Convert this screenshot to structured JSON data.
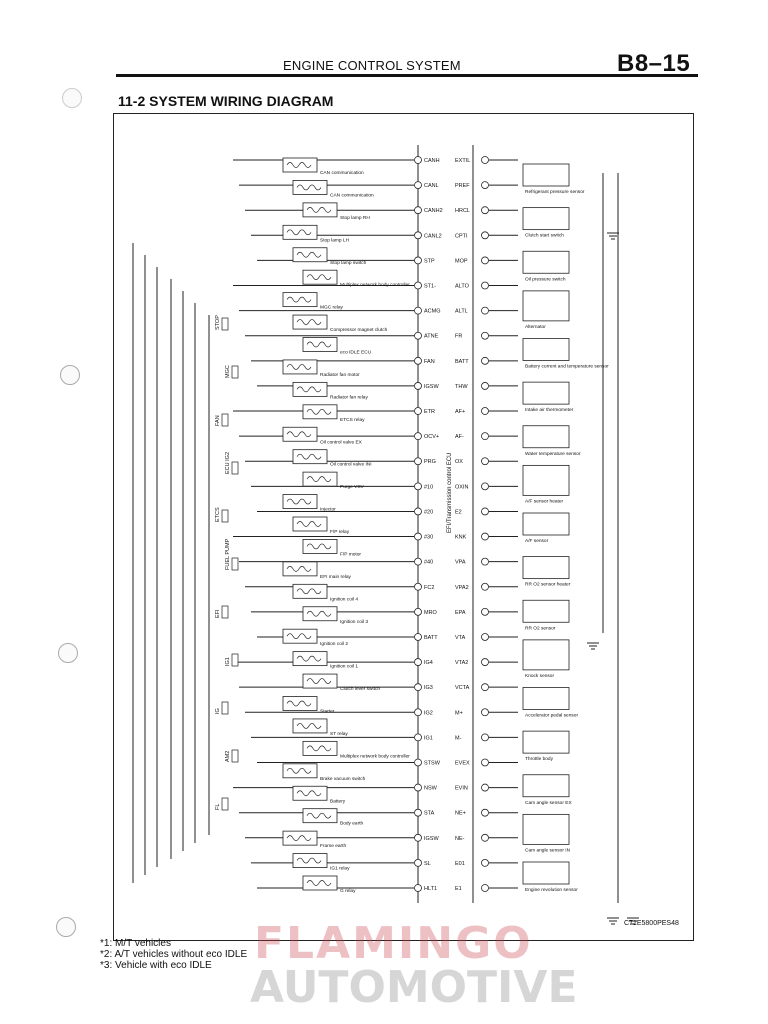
{
  "header": {
    "title": "ENGINE CONTROL SYSTEM",
    "page_number": "B8–15"
  },
  "section": {
    "title": "11-2  SYSTEM WIRING DIAGRAM"
  },
  "diagram": {
    "left_components": [
      "CAN communication",
      "CAN communication",
      "Stop lamp RH",
      "Stop lamp LH",
      "Stop lamp switch",
      "Multiplex network body controller",
      "MGC relay",
      "Compressor magnet clutch",
      "eco IDLE ECU",
      "Radiator fan motor",
      "Radiator fan relay",
      "ETCS relay",
      "Oil control valve EX",
      "Oil control valve INI",
      "Purge VSV",
      "Injector",
      "F/P relay",
      "F/P motor",
      "EFI main relay",
      "Ignition coil 4",
      "Ignition coil 3",
      "Ignition coil 2",
      "Ignition coil 1",
      "Clutch lever switch",
      "Starter",
      "ST relay",
      "Multiplex network body controller",
      "Brake vacuum switch",
      "Battery",
      "Body earth",
      "Frame earth",
      "IG1 relay",
      "G relay"
    ],
    "right_components": [
      "Refrigerant pressure sensor",
      "Clutch start switch",
      "Oil pressure switch",
      "Alternator",
      "Battery current and temperature sensor",
      "Intake air thermometer",
      "Water temperature sensor",
      "A/F sensor heater",
      "A/F sensor",
      "RR O2 sensor heater",
      "RR O2 sensor",
      "Knock sensor",
      "Accelerator pedal sensor",
      "Throttle body",
      "Cam angle sensor EX",
      "Cam angle sensor IN",
      "Engine revolution sensor"
    ],
    "ecu_label": "EFI/Transmission control ECU",
    "fuse_labels": [
      "STOP",
      "MGC",
      "FAN",
      "ECU IG2",
      "ETCS",
      "FUEL PUMP",
      "EFI",
      "IG1",
      "IG",
      "AM2",
      "FL"
    ],
    "ecu_terminals_left": [
      "CANH",
      "CANL",
      "CANH2",
      "CANL2",
      "STP",
      "ST1-",
      "ACMG",
      "ATNE",
      "FAN",
      "IGSW",
      "ETR",
      "OCV+",
      "PRG",
      "#10",
      "#20",
      "#30",
      "#40",
      "FC2",
      "MRO",
      "BATT",
      "IG4",
      "IG3",
      "IG2",
      "IG1",
      "STSW",
      "NSW",
      "STA",
      "IGSW",
      "SL",
      "HLT1"
    ],
    "ecu_terminals_right": [
      "EXTIL",
      "PREF",
      "HRCL",
      "CPTI",
      "MOP",
      "ALTO",
      "ALTL",
      "FR",
      "BATT",
      "THW",
      "AF+",
      "AF-",
      "OX",
      "OXIN",
      "E2",
      "KNK",
      "VPA",
      "VPA2",
      "EPA",
      "VTA",
      "VTA2",
      "VCTA",
      "M+",
      "M-",
      "EVEX",
      "EVIN",
      "NE+",
      "NE-",
      "E01",
      "E1"
    ],
    "diagram_code": "C71E5800PES48"
  },
  "footnotes": [
    "*1: M/T vehicles",
    "*2: A/T vehicles without eco IDLE",
    "*3: Vehicle with eco IDLE"
  ],
  "watermark": {
    "line1": "FLAMINGO",
    "line2": "AUTOMOTIVE"
  }
}
